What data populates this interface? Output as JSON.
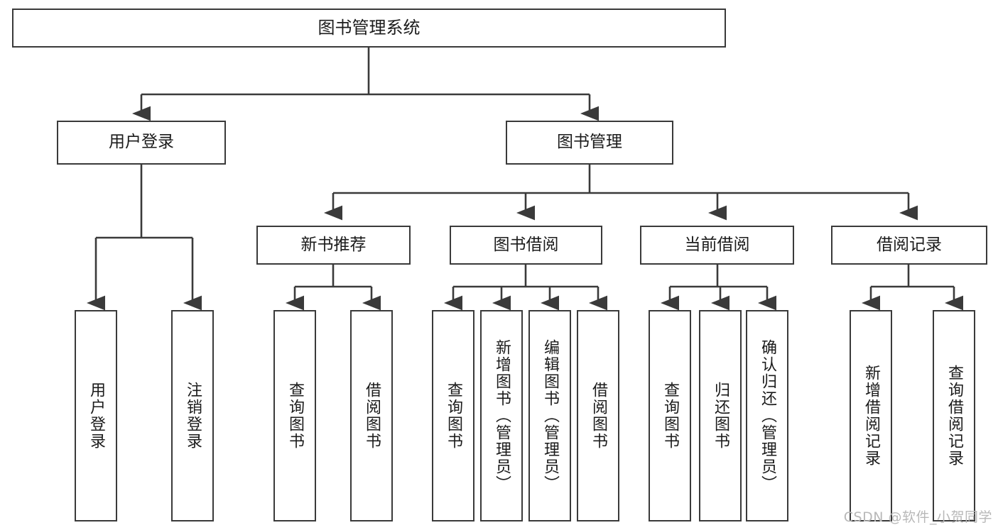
{
  "diagram": {
    "title": "图书管理系统",
    "type": "tree-hierarchy",
    "orientation": "top-down",
    "colors": {
      "box_border": "#3a3a3a",
      "box_fill": "#ffffff",
      "edge": "#3a3a3a",
      "text": "#1b1b1b",
      "watermark": "#b8b8b8",
      "background": "#ffffff"
    }
  },
  "root": {
    "label": "图书管理系统"
  },
  "level2": [
    {
      "label": "用户登录"
    },
    {
      "label": "图书管理"
    }
  ],
  "level3": [
    {
      "label": "新书推荐"
    },
    {
      "label": "图书借阅"
    },
    {
      "label": "当前借阅"
    },
    {
      "label": "借阅记录"
    }
  ],
  "leaves": {
    "user_login": [
      {
        "label": "用户登录"
      },
      {
        "label": "注销登录"
      }
    ],
    "new_book_recommend": [
      {
        "label": "查询图书"
      },
      {
        "label": "借阅图书"
      }
    ],
    "book_borrow": [
      {
        "label": "查询图书"
      },
      {
        "label": "新增图书（管理员）"
      },
      {
        "label": "编辑图书（管理员）"
      },
      {
        "label": "借阅图书"
      }
    ],
    "current_borrow": [
      {
        "label": "查询图书"
      },
      {
        "label": "归还图书"
      },
      {
        "label": "确认归还（管理员）"
      }
    ],
    "borrow_record": [
      {
        "label": "新增借阅记录"
      },
      {
        "label": "查询借阅记录"
      }
    ]
  },
  "watermark": {
    "text": "CSDN @软件_小贺同学"
  }
}
